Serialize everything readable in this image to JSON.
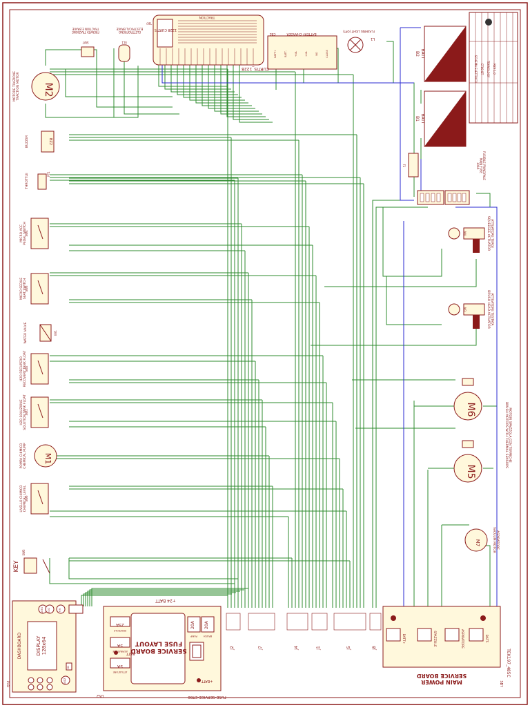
{
  "colors": {
    "border": "#8b1a1a",
    "wire": "#2e8b2e",
    "wire_blue": "#2a2ad0",
    "component_fill": "#fff8dc",
    "component_stroke": "#8b1a1a",
    "battery_fill": "#8b1a1a",
    "text": "#8b1a1a"
  },
  "controller": {
    "name": "CURTIS_1228",
    "ref": "TR?",
    "module_label": "TRACTION",
    "chip_text": "1228 CURTIS"
  },
  "charger": {
    "ref": "CB1",
    "label": "BATTERY CHARGER",
    "pins": [
      "BATT+",
      "BATT-",
      "+48-",
      "+48-",
      "NO",
      "CLOSE"
    ]
  },
  "flashing_light": {
    "ref": "L1",
    "label": "FLASHING LIGHT (OPT)"
  },
  "batteries": [
    {
      "ref": "B2",
      "label": "BATT"
    },
    {
      "ref": "B1",
      "label": "BATT"
    }
  ],
  "fuse": {
    "ref": "F1",
    "label": "FUSIBILE PRINCIPALE\nMAIN FUSE\n100A"
  },
  "left_components": [
    {
      "ref": "M2",
      "label": "MOTORE TRAZIONE\nTRACTION MOTOR"
    },
    {
      "ref": "BZ2",
      "label": "BUZZER"
    },
    {
      "ref": "PT1",
      "label": "THROTTLE"
    },
    {
      "ref": "SW4",
      "label": "MICRO ACC\nPEDAL SWITCH"
    },
    {
      "ref": "SW3",
      "label": "MICRO SEDILE\nSEAT SWITCH"
    },
    {
      "ref": "EV1",
      "label": "WATER VALVE"
    },
    {
      "ref": "SW2",
      "label": "H2O RECUPERO\nRECOVERY TANK FLOAT"
    },
    {
      "ref": "SW1",
      "label": "H2O SOLUZIONE\nSOLUTION TANK FLOAT"
    },
    {
      "ref": "M1",
      "label": "POMPA CHIMICO\nCHEMICAL PUMP"
    },
    {
      "ref": "SW6",
      "label": "LIVELLO CHIMICO\nCHEMICAL LEVEL"
    },
    {
      "ref": "SW5",
      "label": "KEY"
    }
  ],
  "top_components": [
    {
      "ref": "SW7",
      "label": "FRENATA TRAZIONE\nTRACTION E.BRAKE"
    },
    {
      "ref": "EL1",
      "label": "ELETTROFRENO\nELECTRICAL BRAKE"
    }
  ],
  "right_components": [
    {
      "ref": "M4",
      "label": "ATTUATORE TERGI\nSQUEEGEE ACTUATOR"
    },
    {
      "ref": "M3",
      "label": "ATTUATORE TESTATA\nBRUSH HEAD ACTUATOR"
    },
    {
      "ref": "M6",
      "label": ""
    },
    {
      "ref": "M5",
      "label": ""
    },
    {
      "ref": "M7",
      "label": "ASPIRATORE\nVACUUM MOTOR"
    }
  ],
  "brush_motors_label": "MOTORI SPAZZOLA CON TERMICHE\nBRUSH MOTORS WITH THERMAL SENSORS",
  "dashboard": {
    "ref": "DS1",
    "title": "DASHBOARD",
    "display_text": "DISPLAY\n128x64",
    "buttons": [
      "AUTO",
      "ECO",
      "F/R",
      "D1",
      "BUZZ"
    ]
  },
  "fuse_board": {
    "ref": "DS2",
    "title": "SERVICE BOARD\nFUSE LAYOUT",
    "name": "FUSE-SERVICE-CT80",
    "fuses_left": [
      {
        "label": "SPAZZOLE",
        "value": "25A"
      },
      {
        "label": "ASPIRATORE",
        "value": "5A"
      },
      {
        "label": "ATTUATORE",
        "value": "5A"
      }
    ],
    "fuses_right": [
      {
        "label": "PUMP",
        "value": "20A"
      },
      {
        "label": "BRUSH",
        "value": "20A"
      }
    ],
    "batt_neg": "-BATT",
    "batt_pos": "+BATT"
  },
  "main_board": {
    "title": "MAIN POWER\nSERVICE BOARD",
    "ref": "SB?",
    "name": "TEK197_485C",
    "terminals": [
      "BATT+",
      "SPAZZOLE",
      "ASPIRATORE",
      "BATT-"
    ],
    "connectors": [
      "J2",
      "J7",
      "J4",
      "J1",
      "J5",
      "J8"
    ]
  },
  "plus24": "+24 BATT",
  "title_block": {
    "rows": [
      "SCHEMA ELETTRICO",
      "CT80 BT",
      "TEKNOLOGY",
      "REV 1.0"
    ]
  }
}
